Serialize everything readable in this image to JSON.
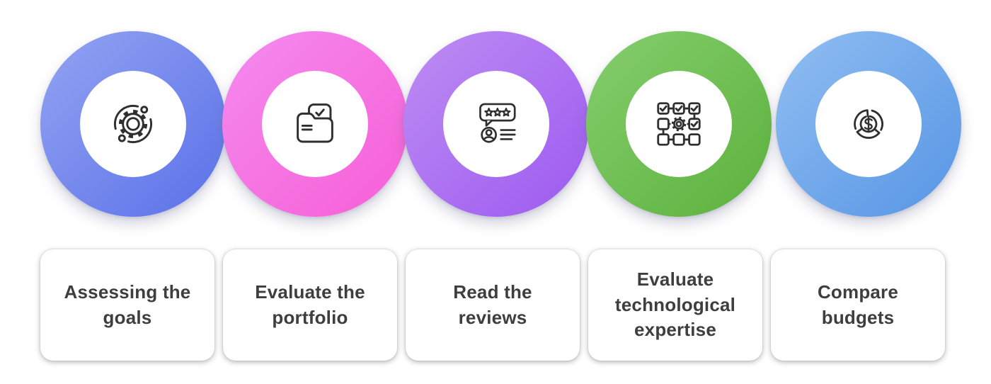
{
  "style": {
    "page_background": "#FFFFFF",
    "card_background": "#FFFFFF",
    "label_color": "#3E3E3E",
    "icon_stroke": "#2F2F2F"
  },
  "steps": [
    {
      "label": "Assessing the goals",
      "icon": "gear-orbit-icon",
      "gradient_from": "#93A3F1",
      "gradient_to": "#5A71E9"
    },
    {
      "label": "Evaluate the portfolio",
      "icon": "portfolio-folder-check-icon",
      "gradient_from": "#F48BEF",
      "gradient_to": "#F75ED6"
    },
    {
      "label": "Read the reviews",
      "icon": "customer-review-stars-icon",
      "gradient_from": "#BD8DF3",
      "gradient_to": "#9D5AF0"
    },
    {
      "label": "Evaluate technological expertise",
      "icon": "workflow-checklist-gear-icon",
      "gradient_from": "#85CE6D",
      "gradient_to": "#5CB13D"
    },
    {
      "label": "Compare budgets",
      "icon": "budget-donut-dollar-icon",
      "gradient_from": "#90BEF1",
      "gradient_to": "#5795E5"
    }
  ]
}
